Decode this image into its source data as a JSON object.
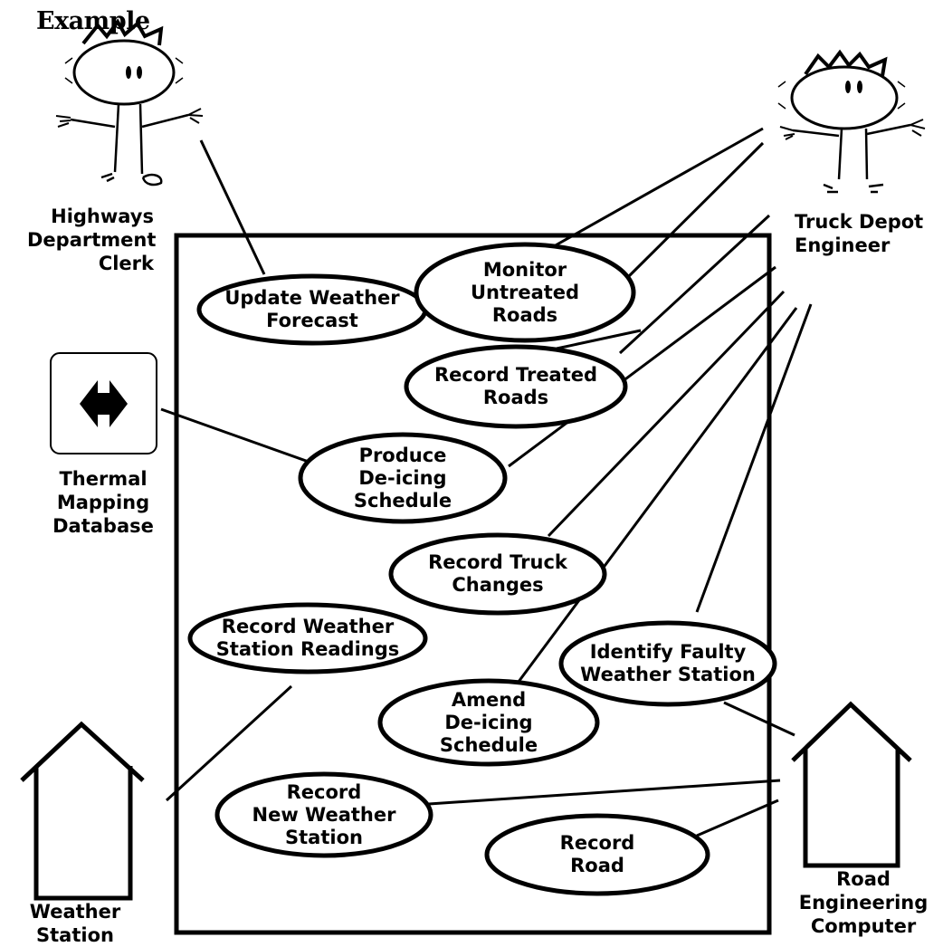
{
  "title": "Example",
  "actors": {
    "clerk": "Highways\nDepartment\nClerk",
    "engineer": "Truck Depot\nEngineer",
    "thermal": "Thermal\nMapping\nDatabase",
    "weather_station": "Weather\nStation",
    "road_computer": "Road\nEngineering\nComputer"
  },
  "use_cases": {
    "update_weather_forecast": "Update Weather\nForecast",
    "monitor_untreated_roads": "Monitor\nUntreated\nRoads",
    "record_treated_roads": "Record Treated\nRoads",
    "produce_deicing_schedule": "Produce\nDe-icing\nSchedule",
    "record_truck_changes": "Record Truck\nChanges",
    "record_weather_station_readings": "Record Weather\nStation Readings",
    "identify_faulty_weather_station": "Identify Faulty\nWeather Station",
    "amend_deicing_schedule": "Amend\nDe-icing\nSchedule",
    "record_new_weather_station": "Record\nNew Weather\nStation",
    "record_road": "Record\nRoad"
  },
  "icons": {
    "clerk": "stick-figure-icon",
    "engineer": "stick-figure-icon",
    "thermal": "double-arrow-database-icon",
    "weather_station": "house-icon",
    "road_computer": "house-icon"
  }
}
